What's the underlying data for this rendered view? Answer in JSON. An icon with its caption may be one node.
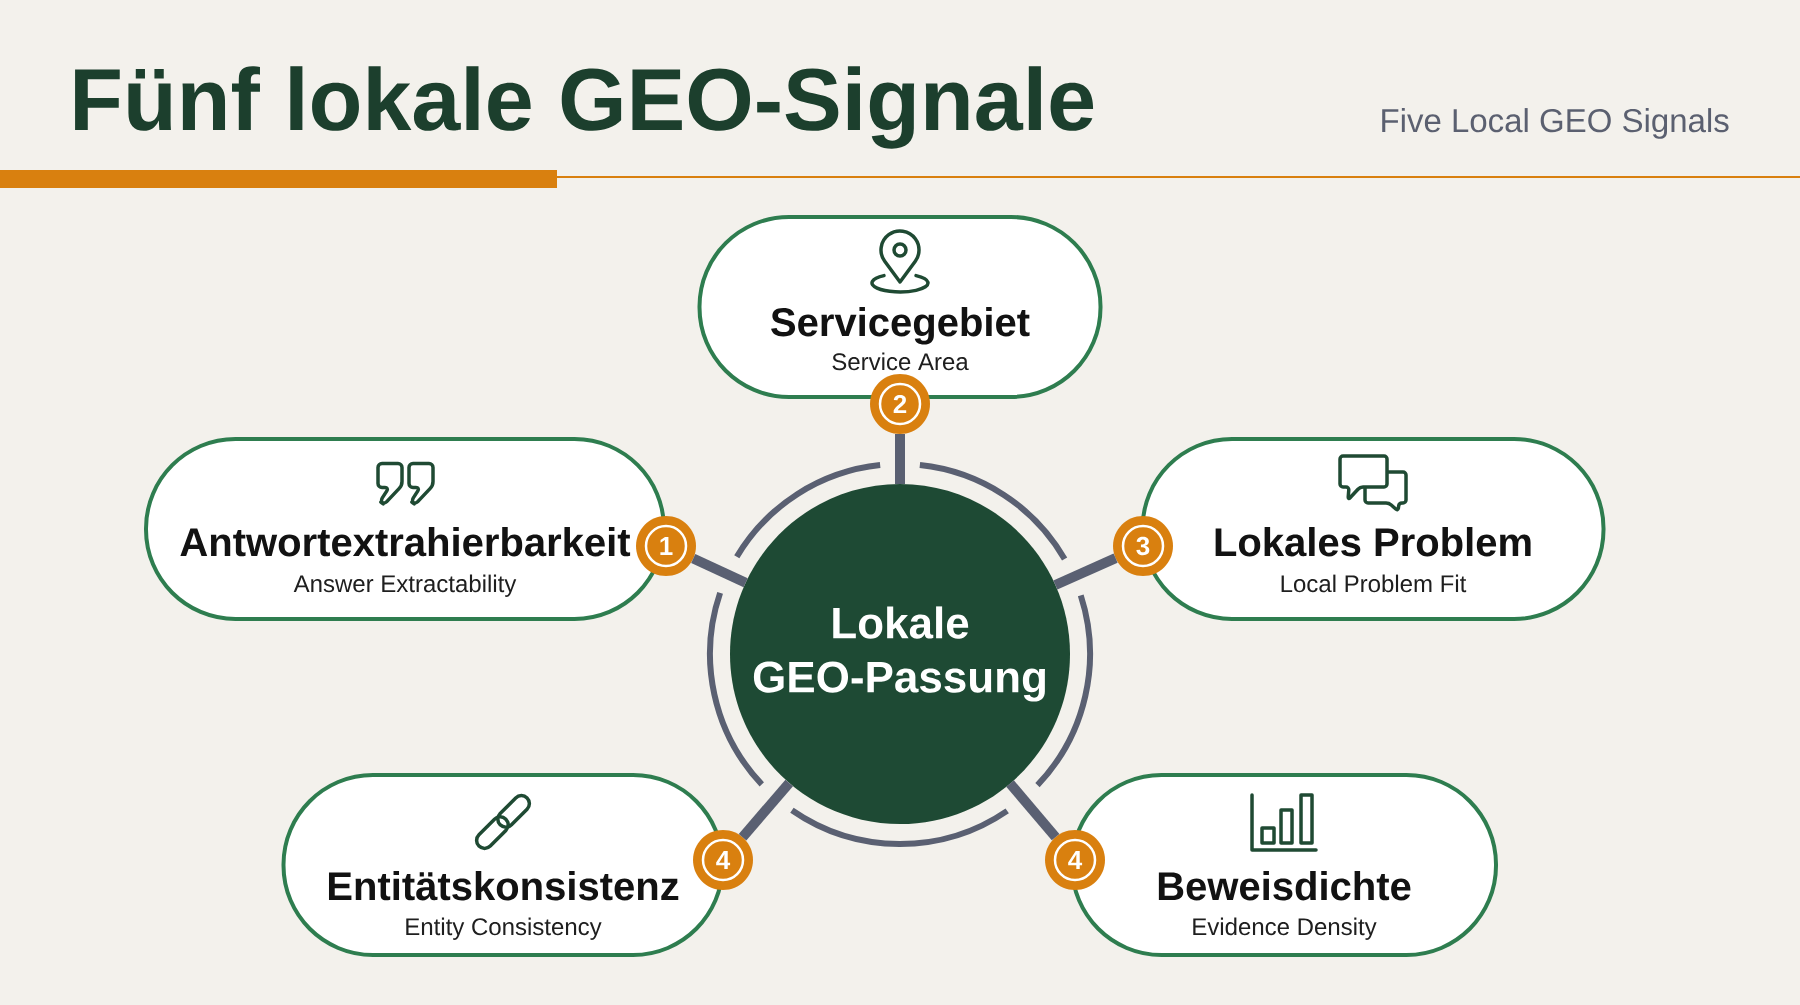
{
  "diagram": {
    "title": "Fünf lokale GEO-Signale",
    "nodes": [
      {
        "text": [
          "Servicegebiet",
          "Service Area"
        ]
      },
      {
        "text": [
          "2"
        ]
      },
      {
        "text": [
          "Antwortextrahierbarkeit",
          "Answer Extractability"
        ]
      },
      {
        "text": [
          "1"
        ]
      },
      {
        "text": [
          "Lokale GEO-Passung"
        ]
      },
      {
        "text": [
          "3"
        ]
      },
      {
        "text": [
          "Lokales Problem",
          "Local Problem Fit"
        ]
      },
      {
        "text": [
          "Entitätskonsistenz",
          "Entity Consistency"
        ]
      },
      {
        "text": [
          "4"
        ]
      },
      {
        "text": [
          "4"
        ]
      },
      {
        "text": [
          "Beweisdichte",
          "Evidence Density"
        ]
      }
    ],
    "edges": [
      {
        "from": 1,
        "to": 4,
        "arrow": "none"
      },
      {
        "from": 3,
        "to": 4,
        "arrow": "none"
      },
      {
        "from": 5,
        "to": 4,
        "arrow": "none"
      },
      {
        "from": 8,
        "to": 4,
        "arrow": "none"
      },
      {
        "from": 9,
        "to": 4,
        "arrow": "none"
      }
    ],
    "labels": [
      "Five Local GEO Signals"
    ]
  }
}
